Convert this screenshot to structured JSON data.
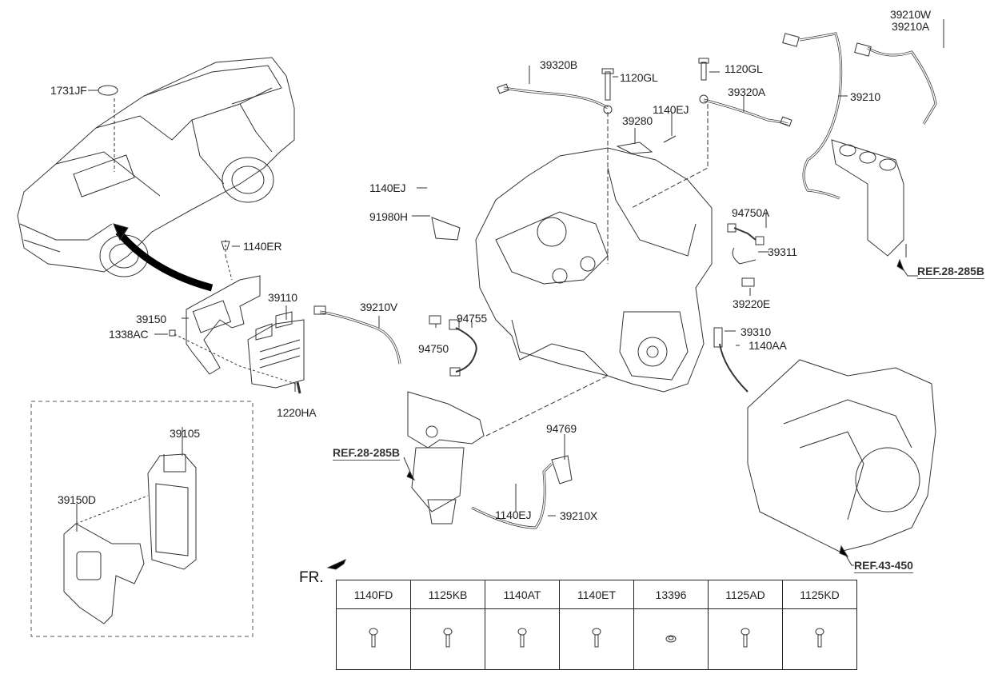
{
  "labels": {
    "l1731JF": "1731JF",
    "l39320B": "39320B",
    "l1120GL_a": "1120GL",
    "l1120GL_b": "1120GL",
    "l39320A": "39320A",
    "l1140EJ_top": "1140EJ",
    "l39280": "39280",
    "l39210W": "39210W",
    "l39210A": "39210A",
    "l39210": "39210",
    "l1140EJ_left": "1140EJ",
    "l91980H": "91980H",
    "l94750A": "94750A",
    "l39311": "39311",
    "l1140ER": "1140ER",
    "l39110": "39110",
    "l39150": "39150",
    "l1338AC": "1338AC",
    "l39210V": "39210V",
    "l94755": "94755",
    "l94750": "94750",
    "l39220E": "39220E",
    "l39310": "39310",
    "l1140AA": "1140AA",
    "l1220HA": "1220HA",
    "l39105": "39105",
    "l39150D": "39150D",
    "l94769": "94769",
    "l1140EJ_bottom": "1140EJ",
    "l39210X": "39210X"
  },
  "references": {
    "ref_right_top": "REF.28-285B",
    "ref_center": "REF.28-285B",
    "ref_transaxle": "REF.43-450"
  },
  "front_indicator": "FR.",
  "fasteners": [
    {
      "part": "1140FD",
      "icon": "bolt-icon"
    },
    {
      "part": "1125KB",
      "icon": "bolt-icon"
    },
    {
      "part": "1140AT",
      "icon": "bolt-icon"
    },
    {
      "part": "1140ET",
      "icon": "bolt-icon"
    },
    {
      "part": "13396",
      "icon": "nut-icon"
    },
    {
      "part": "1125AD",
      "icon": "bolt-icon"
    },
    {
      "part": "1125KD",
      "icon": "bolt-icon"
    }
  ]
}
